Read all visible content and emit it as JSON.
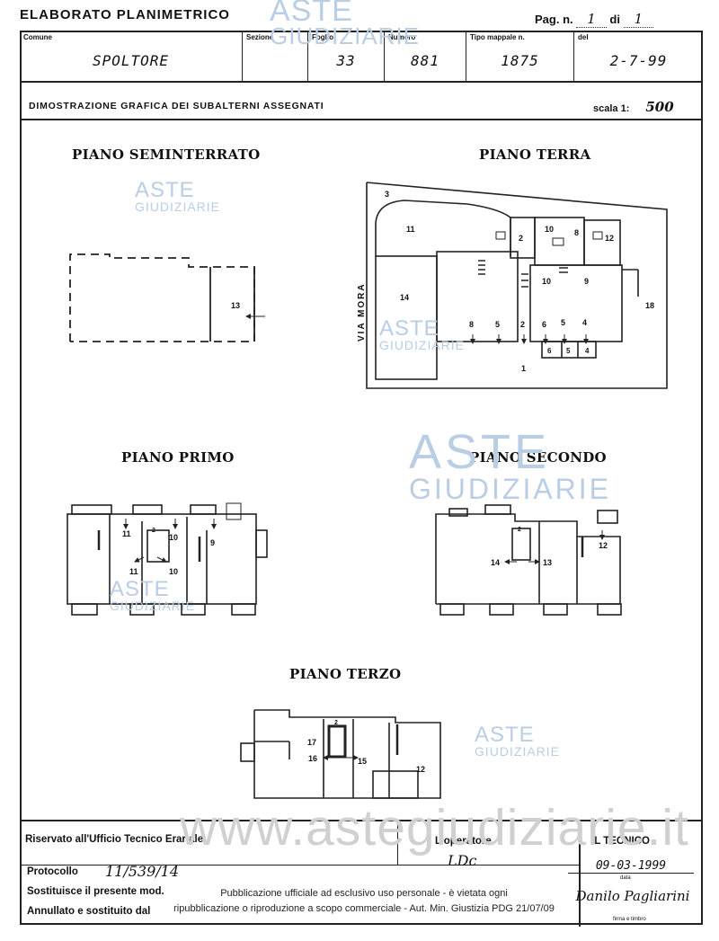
{
  "header": {
    "title": "ELABORATO PLANIMETRICO",
    "pag_label": "Pag. n.",
    "pag_value": "1",
    "di_label": "di",
    "di_value": "1"
  },
  "fields": [
    {
      "label": "Comune",
      "value": "SPOLTORE"
    },
    {
      "label": "Sezione",
      "value": ""
    },
    {
      "label": "Foglio",
      "value": "33"
    },
    {
      "label": "Numero",
      "value": "881"
    },
    {
      "label": "Tipo mappale n.",
      "value": "1875"
    },
    {
      "label": "del",
      "value": "2-7-99"
    }
  ],
  "subtitle": "DIMOSTRAZIONE GRAFICA DEI SUBALTERNI ASSEGNATI",
  "scale": {
    "label": "scala 1:",
    "value": "500"
  },
  "plans": {
    "seminterrato": {
      "title": "PIANO SEMINTERRATO",
      "labels": [
        "13"
      ]
    },
    "terra": {
      "title": "PIANO TERRA",
      "street": "VIA MORA",
      "labels": [
        "3",
        "11",
        "2",
        "10",
        "8",
        "12",
        "14",
        "10",
        "9",
        "8",
        "5",
        "2",
        "6",
        "5",
        "4",
        "18",
        "6",
        "5",
        "4",
        "1"
      ]
    },
    "primo": {
      "title": "PIANO PRIMO",
      "labels": [
        "11",
        "2",
        "10",
        "9",
        "11",
        "10"
      ]
    },
    "secondo": {
      "title": "PIANO SECONDO",
      "labels": [
        "2",
        "14",
        "13",
        "12"
      ]
    },
    "terzo": {
      "title": "PIANO TERZO",
      "labels": [
        "2",
        "17",
        "16",
        "15",
        "12"
      ]
    }
  },
  "watermarks": {
    "line1": "ASTE",
    "line2": "GIUDIZIARIE",
    "url": "www.astegiudiziarie.it"
  },
  "footer": {
    "riservato": "Riservato all'Ufficio Tecnico Erariale",
    "operatore": "L'operatore",
    "operatore_sig": "LDc",
    "tecnico": "IL TECNICO",
    "tecnico_date": "09-03-1999",
    "data_label": "data",
    "firma_label": "firma e timbro",
    "firma_sig": "Danilo Pagliarini",
    "protocollo_label": "Protocollo",
    "protocollo_value": "11/539/14",
    "sostituisce": "Sostituisce il presente mod.",
    "annullato": "Annullato e sostituito dal",
    "disclaimer1": "Pubblicazione ufficiale ad esclusivo uso personale - è vietata ogni",
    "disclaimer2": "ripubblicazione o riproduzione a scopo commerciale - Aut. Min. Giustizia PDG 21/07/09"
  }
}
